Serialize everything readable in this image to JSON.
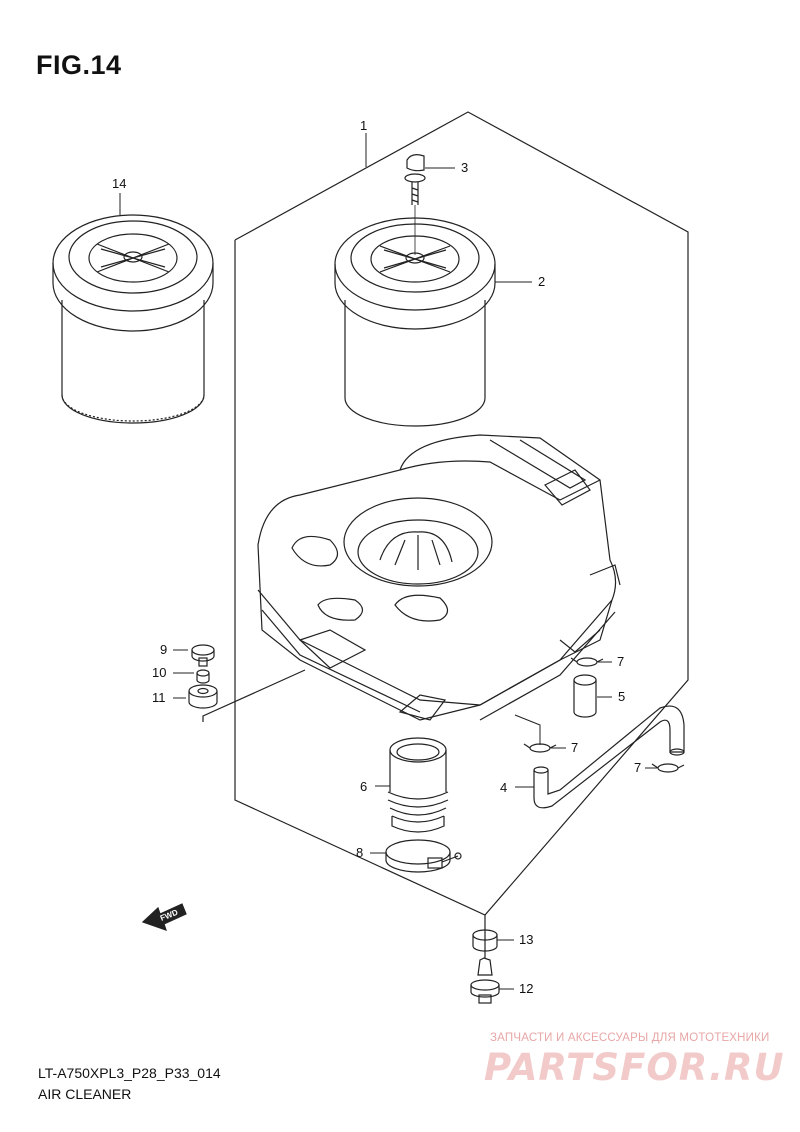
{
  "figure_title": "FIG.14",
  "model_code": "LT-A750XPL3_P28_P33_014",
  "assembly_name": "AIR CLEANER",
  "watermark": {
    "tagline": "ЗАПЧАСТИ И АКСЕССУАРЫ ДЛЯ МОТОТЕХНИКИ",
    "logo_text": "PARTSFOR.RU",
    "color": "#f2caca"
  },
  "fwd_arrow_label": "FWD",
  "callouts": {
    "c1": "1",
    "c2": "2",
    "c3": "3",
    "c4": "4",
    "c5": "5",
    "c6": "6",
    "c7a": "7",
    "c7b": "7",
    "c7c": "7",
    "c8": "8",
    "c9": "9",
    "c10": "10",
    "c11": "11",
    "c12": "12",
    "c13": "13",
    "c14": "14"
  },
  "line_color": "#222222"
}
